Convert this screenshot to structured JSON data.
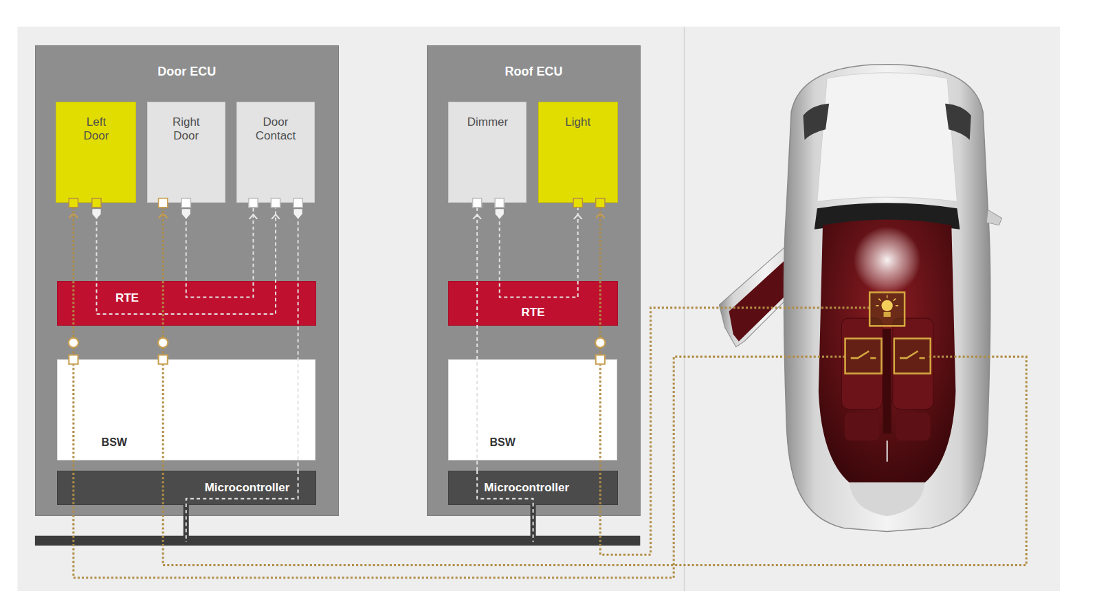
{
  "diagram": {
    "nodes": [
      {
        "text": [
          "Door ECU"
        ]
      },
      {
        "text": [
          "Left Door"
        ],
        "in": 0
      },
      {
        "text": [
          "Right Door"
        ],
        "in": 0
      },
      {
        "text": [
          "Door Contact"
        ],
        "in": 0
      },
      {
        "text": [
          "RTE"
        ],
        "in": 0
      },
      {
        "text": [
          "BSW"
        ],
        "in": 0
      },
      {
        "text": [
          "Microcontroller"
        ],
        "in": 0
      },
      {
        "text": [
          "Roof ECU"
        ]
      },
      {
        "text": [
          "Dimmer"
        ],
        "in": 7
      },
      {
        "text": [
          "Light"
        ],
        "in": 7
      },
      {
        "text": [
          "RTE"
        ],
        "in": 7
      },
      {
        "text": [
          "BSW"
        ],
        "in": 7
      },
      {
        "text": [
          "Microcontroller"
        ],
        "in": 7
      }
    ],
    "edges": [
      {
        "from": 1,
        "to": 3,
        "arrow": "to"
      },
      {
        "from": 2,
        "to": 3,
        "arrow": "to"
      },
      {
        "from": 3,
        "to": 6,
        "arrow": "none"
      },
      {
        "from": 12,
        "to": 8,
        "arrow": "to"
      },
      {
        "from": 8,
        "to": 9,
        "arrow": "to"
      },
      {
        "from": 1,
        "to": 5,
        "arrow": "none"
      },
      {
        "from": 2,
        "to": 5,
        "arrow": "none"
      },
      {
        "from": 9,
        "to": 11,
        "arrow": "none"
      },
      {
        "from": 6,
        "to": 12,
        "arrow": "none"
      }
    ]
  }
}
